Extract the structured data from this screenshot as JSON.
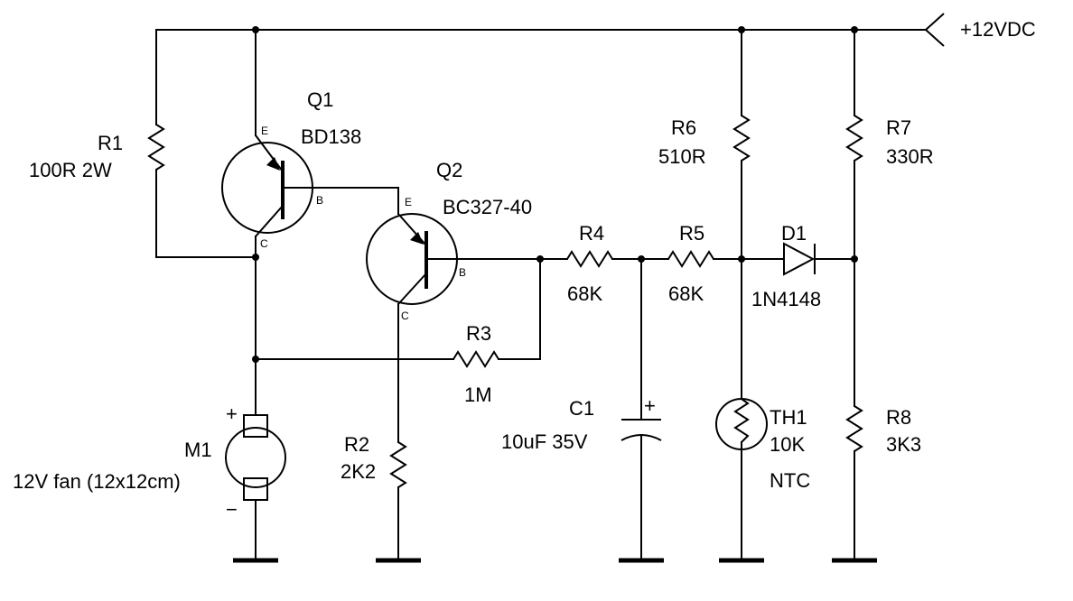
{
  "supply": {
    "label": "+12VDC"
  },
  "components": {
    "R1": {
      "ref": "R1",
      "value": "100R 2W"
    },
    "Q1": {
      "ref": "Q1",
      "part": "BD138",
      "pin_e": "E",
      "pin_b": "B",
      "pin_c": "C"
    },
    "Q2": {
      "ref": "Q2",
      "part": "BC327-40",
      "pin_e": "E",
      "pin_b": "B",
      "pin_c": "C"
    },
    "R2": {
      "ref": "R2",
      "value": "2K2"
    },
    "R3": {
      "ref": "R3",
      "value": "1M"
    },
    "R4": {
      "ref": "R4",
      "value": "68K"
    },
    "R5": {
      "ref": "R5",
      "value": "68K"
    },
    "R6": {
      "ref": "R6",
      "value": "510R"
    },
    "R7": {
      "ref": "R7",
      "value": "330R"
    },
    "R8": {
      "ref": "R8",
      "value": "3K3"
    },
    "C1": {
      "ref": "C1",
      "value": "10uF 35V",
      "polarity": "+"
    },
    "D1": {
      "ref": "D1",
      "part": "1N4148"
    },
    "TH1": {
      "ref": "TH1",
      "value": "10K",
      "type": "NTC"
    },
    "M1": {
      "ref": "M1",
      "desc": "12V fan (12x12cm)",
      "plus": "+",
      "minus": "−"
    }
  }
}
